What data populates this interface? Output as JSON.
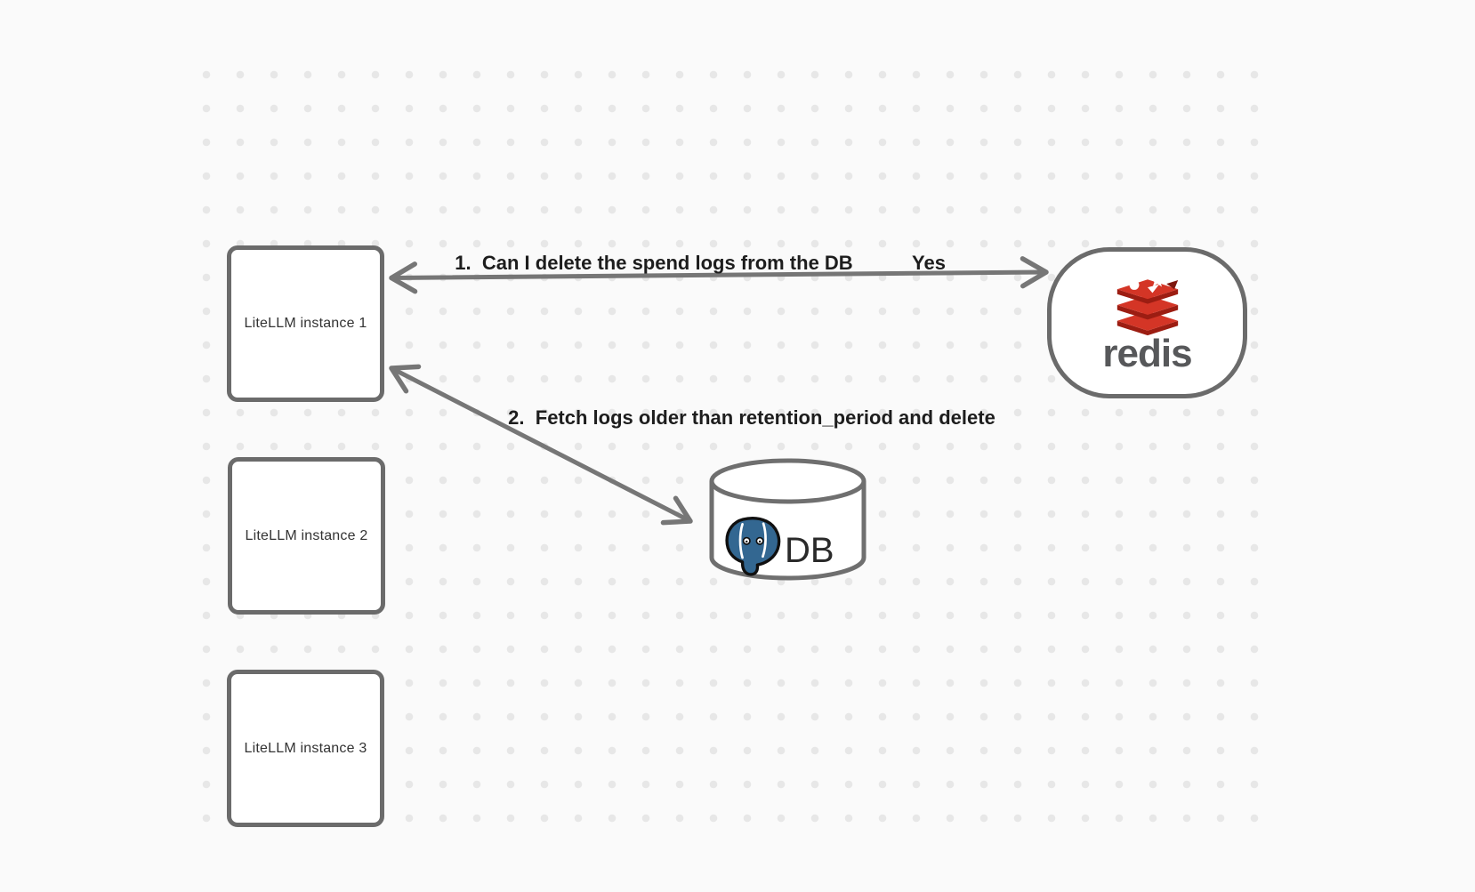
{
  "canvas": {
    "background_color": "#fafafa",
    "dot_color": "#e7e7e7",
    "shape_border_color": "#6b6b6b",
    "arrow_color": "#767676"
  },
  "nodes": {
    "litellm_instances": [
      {
        "label": "LiteLLM instance 1"
      },
      {
        "label": "LiteLLM instance 2"
      },
      {
        "label": "LiteLLM instance 3"
      }
    ],
    "redis": {
      "wordmark": "redis",
      "logo": "redis-stack-logo",
      "logo_red": "#d43526",
      "logo_dark_red": "#9c1d12",
      "wordmark_color": "#57585a"
    },
    "db": {
      "label": "DB",
      "logo": "postgresql-elephant-logo",
      "elephant_blue": "#336791"
    }
  },
  "edges": [
    {
      "label": "1.  Can I delete the spend logs from the DB",
      "response_label": "Yes",
      "from": "LiteLLM instance 1",
      "to": "redis",
      "arrows": "both-ends"
    },
    {
      "label": "2.  Fetch logs older than retention_period and delete",
      "from": "LiteLLM instance 1",
      "to": "DB",
      "arrows": "both-ends"
    }
  ]
}
